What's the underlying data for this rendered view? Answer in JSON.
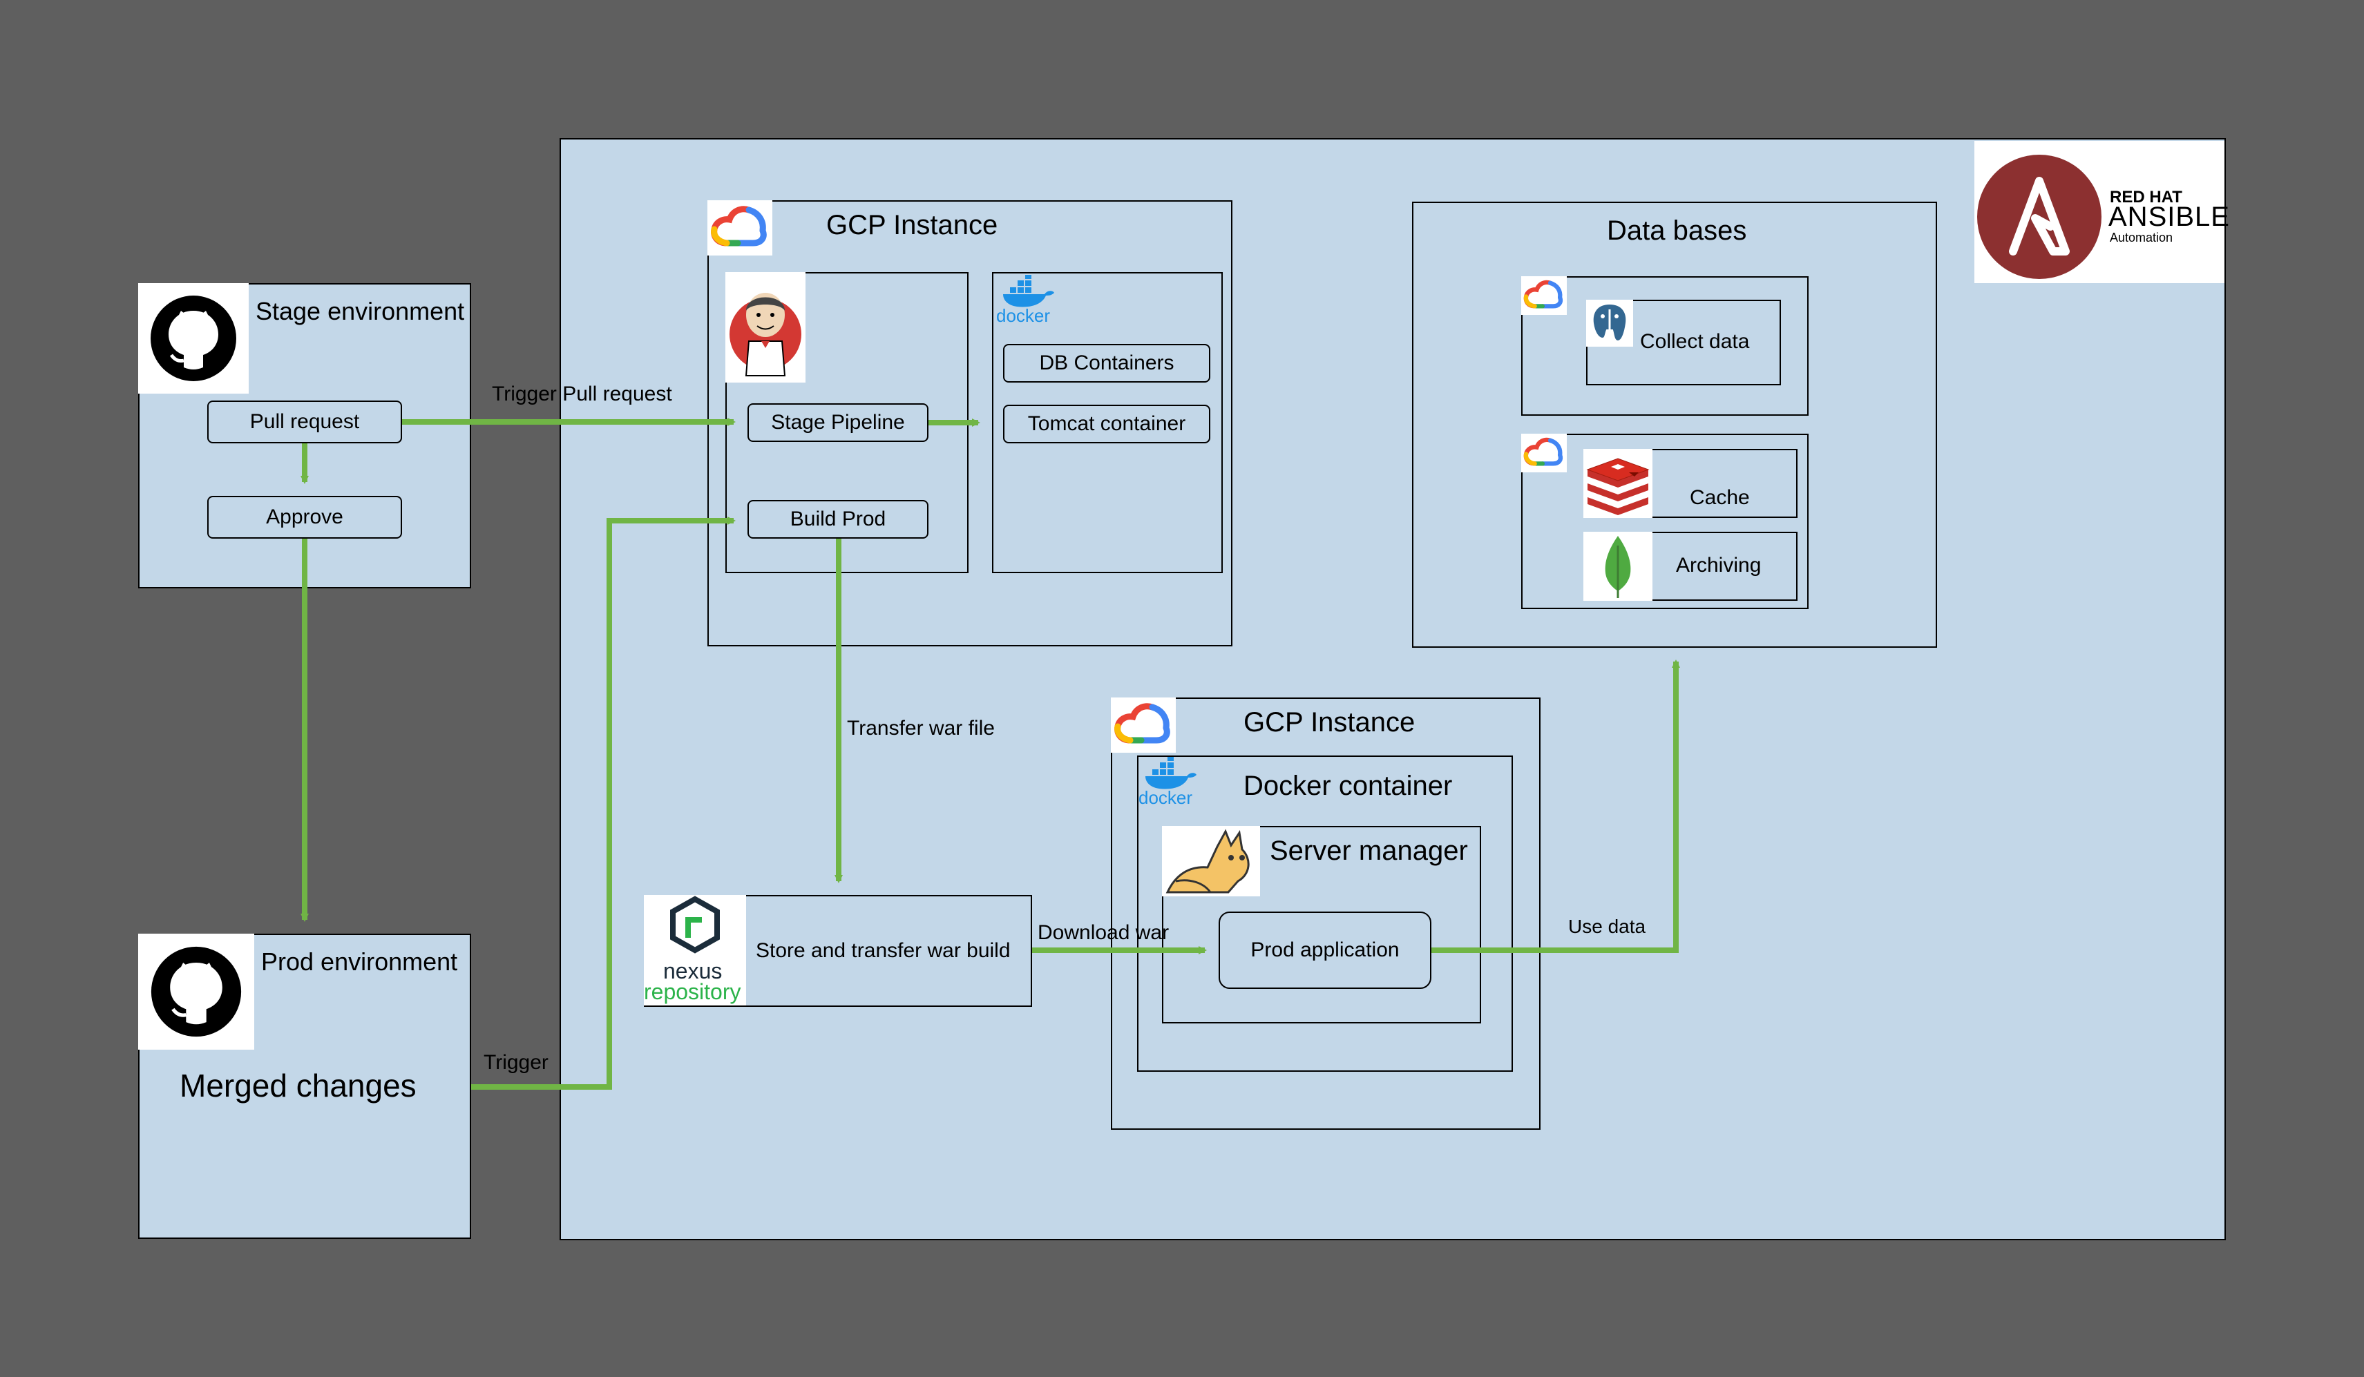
{
  "stage_env": {
    "title": "Stage environment",
    "pull_request": "Pull request",
    "approve": "Approve"
  },
  "prod_env": {
    "title": "Prod environment",
    "merged": "Merged changes"
  },
  "edges": {
    "trigger_pull": "Trigger Pull request",
    "trigger": "Trigger",
    "transfer_war": "Transfer war file",
    "download_war": "Download war",
    "use_data": "Use data"
  },
  "gcp1": {
    "title": "GCP Instance",
    "stage_pipeline": "Stage Pipeline",
    "build_prod": "Build Prod",
    "db_containers": "DB Containers",
    "tomcat_container": "Tomcat container",
    "docker_word": "docker"
  },
  "nexus": {
    "label": "Store and transfer war build",
    "logo_top": "nexus",
    "logo_bottom": "repository"
  },
  "gcp2": {
    "title": "GCP Instance",
    "docker_container": "Docker container",
    "server_manager": "Server manager",
    "prod_app": "Prod application",
    "docker_word": "docker"
  },
  "databases": {
    "title": "Data bases",
    "collect": "Collect data",
    "cache": "Cache",
    "archiving": "Archiving"
  },
  "ansible": {
    "line1": "RED HAT",
    "line2": "ANSIBLE",
    "line3": "Automation"
  },
  "colors": {
    "arrow": "#70b545",
    "panel": "#c3d7e8",
    "background": "#5f5f5f",
    "ansible_red": "#8c3030"
  }
}
